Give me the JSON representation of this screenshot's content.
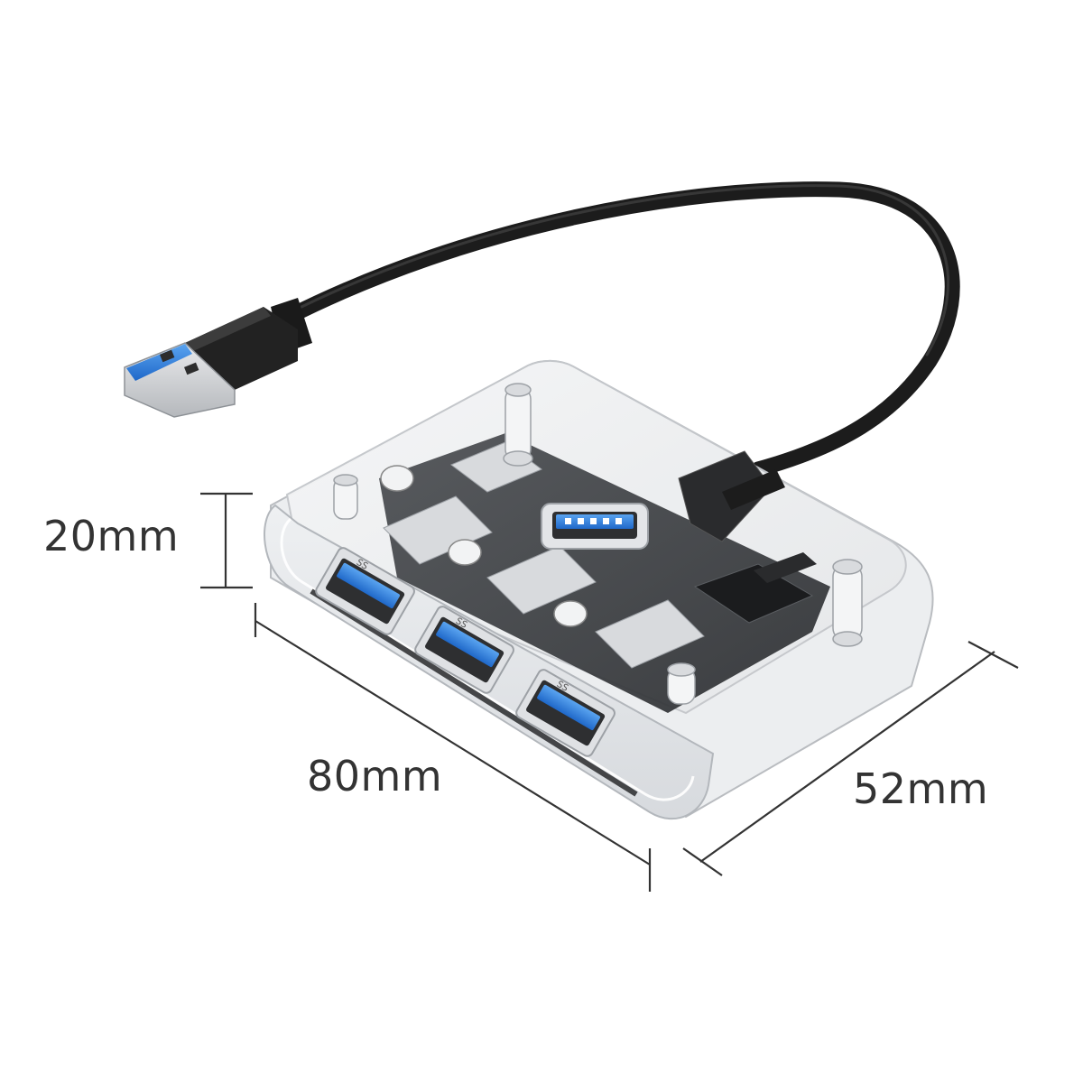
{
  "dimensions": {
    "height": "20mm",
    "length": "80mm",
    "width": "52mm"
  },
  "ports": {
    "port_label": "SS"
  },
  "colors": {
    "usb_blue": "#2f7fdc",
    "cable": "#1c1c1c",
    "shell_outline": "#b9bcc0",
    "pcb": "#3a3d40",
    "dimension_line": "#333333",
    "background": "#ffffff"
  }
}
